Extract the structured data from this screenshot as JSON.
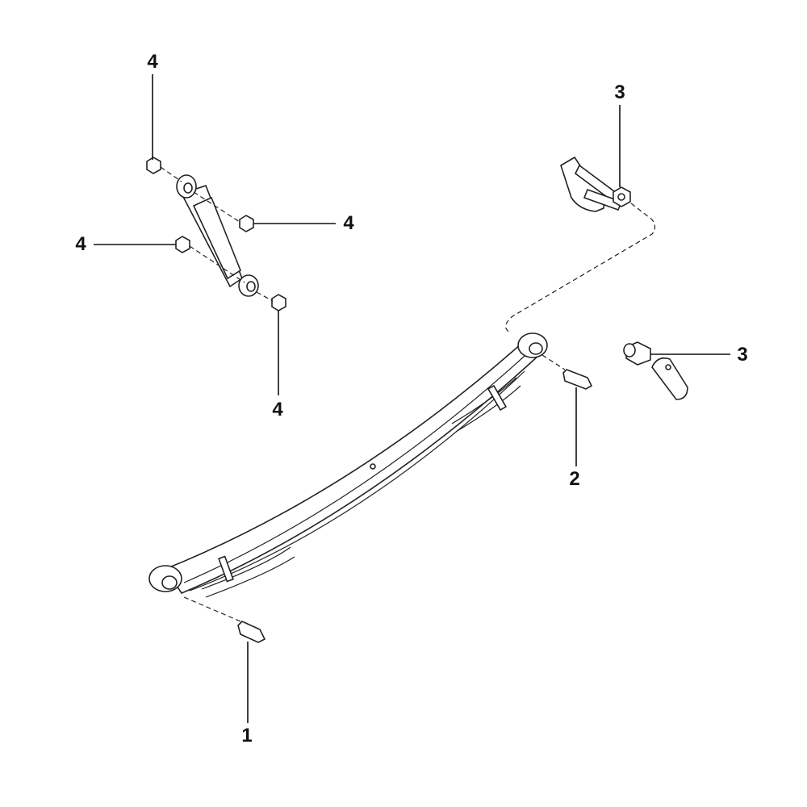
{
  "callouts": [
    {
      "id": "shock-top-nut",
      "label": "4"
    },
    {
      "id": "shock-upper-right-nut",
      "label": "4"
    },
    {
      "id": "shock-lower-left-nut",
      "label": "4"
    },
    {
      "id": "shock-bottom-nut",
      "label": "4"
    },
    {
      "id": "front-shackle",
      "label": "3"
    },
    {
      "id": "shackle-plate",
      "label": "3"
    },
    {
      "id": "rear-bushing",
      "label": "2"
    },
    {
      "id": "front-bushing",
      "label": "1"
    }
  ]
}
